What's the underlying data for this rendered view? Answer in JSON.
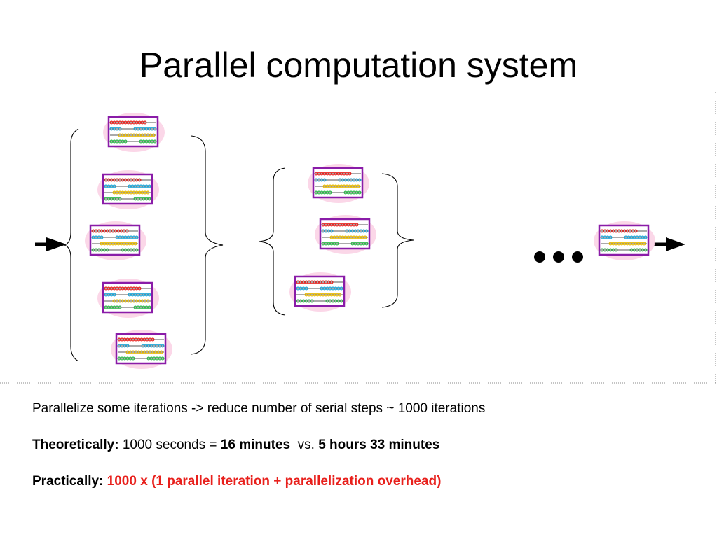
{
  "title": "Parallel computation system",
  "lines": [
    {
      "segments": [
        {
          "text": "Parallelize some iterations -> reduce number of serial steps ~ 1000 iterations",
          "style": "normal"
        }
      ]
    },
    {
      "segments": [
        {
          "text": "Theoretically: ",
          "style": "bold"
        },
        {
          "text": "1000 seconds = ",
          "style": "normal"
        },
        {
          "text": "16 minutes",
          "style": "bold"
        },
        {
          "text": "  vs. ",
          "style": "normal"
        },
        {
          "text": "5 hours 33 minutes",
          "style": "bold"
        }
      ]
    },
    {
      "segments": [
        {
          "text": "Practically: ",
          "style": "bold"
        },
        {
          "text": "1000 x (1 parallel iteration + parallelization overhead)",
          "style": "red"
        }
      ]
    }
  ],
  "diagram": {
    "icon": "abacus-icon",
    "groups": [
      {
        "name": "parallel-group-1",
        "abacus_count": 5
      },
      {
        "name": "parallel-group-2",
        "abacus_count": 3
      },
      {
        "name": "final-step",
        "abacus_count": 1
      }
    ],
    "continuation": "ellipsis-dots",
    "colors": {
      "highlight": "#fbd3e6",
      "frame": "#8a1ca8",
      "arrow": "#000000"
    }
  }
}
